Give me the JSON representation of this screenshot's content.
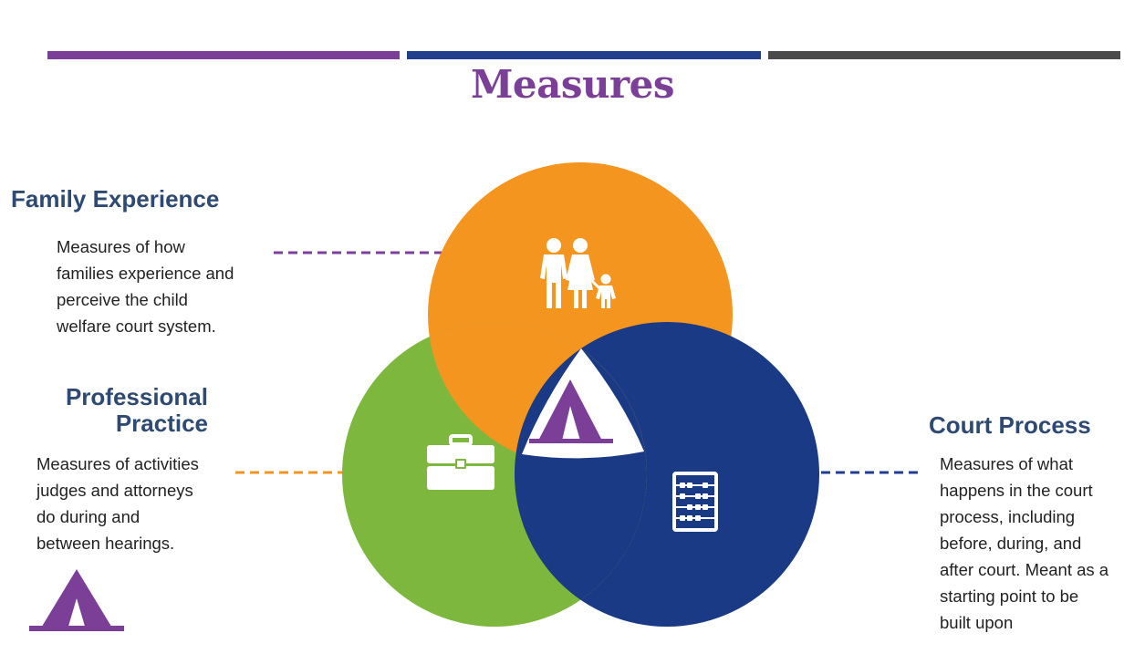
{
  "title": "Measures",
  "colors": {
    "purple": "#7b3f98",
    "navy": "#223f8e",
    "gray": "#4a4a4a",
    "orange": "#f4951f",
    "green": "#7db73d",
    "blue": "#1b3a86",
    "heading": "#2e4a72"
  },
  "sections": {
    "family": {
      "heading": "Family Experience",
      "lines": [
        "Measures of how",
        "families experience and",
        "perceive the child",
        "welfare court system."
      ],
      "icon": "family-icon"
    },
    "professional": {
      "heading_lines": [
        "Professional",
        "Practice"
      ],
      "lines": [
        "Measures of activities",
        "judges and attorneys",
        "do during and",
        "between hearings."
      ],
      "icon": "briefcase-icon"
    },
    "court": {
      "heading": "Court Process",
      "lines": [
        "Measures of what",
        "happens in the court",
        "process, including",
        "before, during, and",
        "after court. Meant as a",
        "starting point to be",
        "built upon"
      ],
      "icon": "abacus-icon"
    }
  },
  "center_icon": "tent-icon",
  "legend_icon": "tent-icon"
}
